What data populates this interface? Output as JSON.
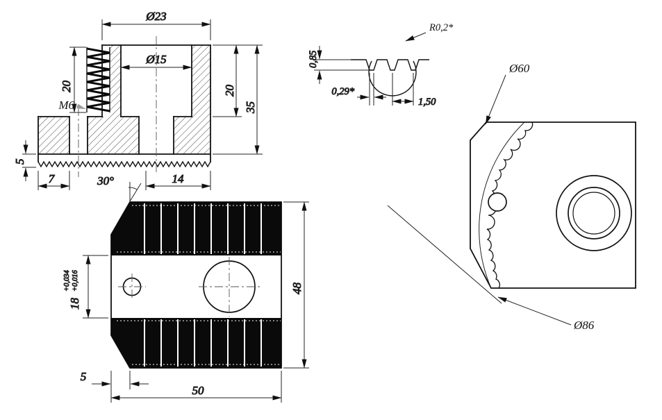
{
  "section_view": {
    "counterbore_dia": "Ø23",
    "bore_dia": "Ø15",
    "thread_depth": "20",
    "thread": "M6",
    "counterbore_depth": "20",
    "body_height": "35",
    "base_thickness": "5",
    "thread_edge_offset": "7",
    "bore_edge_offset": "14"
  },
  "tooth_detail": {
    "tooth_height": "0,85",
    "tip_radius": "R0,2*",
    "tip_flat": "0,29*",
    "pitch": "1,50"
  },
  "plan_view": {
    "chamfer_angle": "30°",
    "height": "48",
    "slot_width": "18",
    "slot_tol_upper": "+0,034",
    "slot_tol_lower": "+0,016",
    "chamfer_leg": "5",
    "width": "50"
  },
  "side_view": {
    "arc_dia_inner": "Ø60",
    "arc_dia_outer": "Ø86"
  },
  "colors": {
    "ink": "#111111",
    "muted": "#9a9a9a"
  }
}
